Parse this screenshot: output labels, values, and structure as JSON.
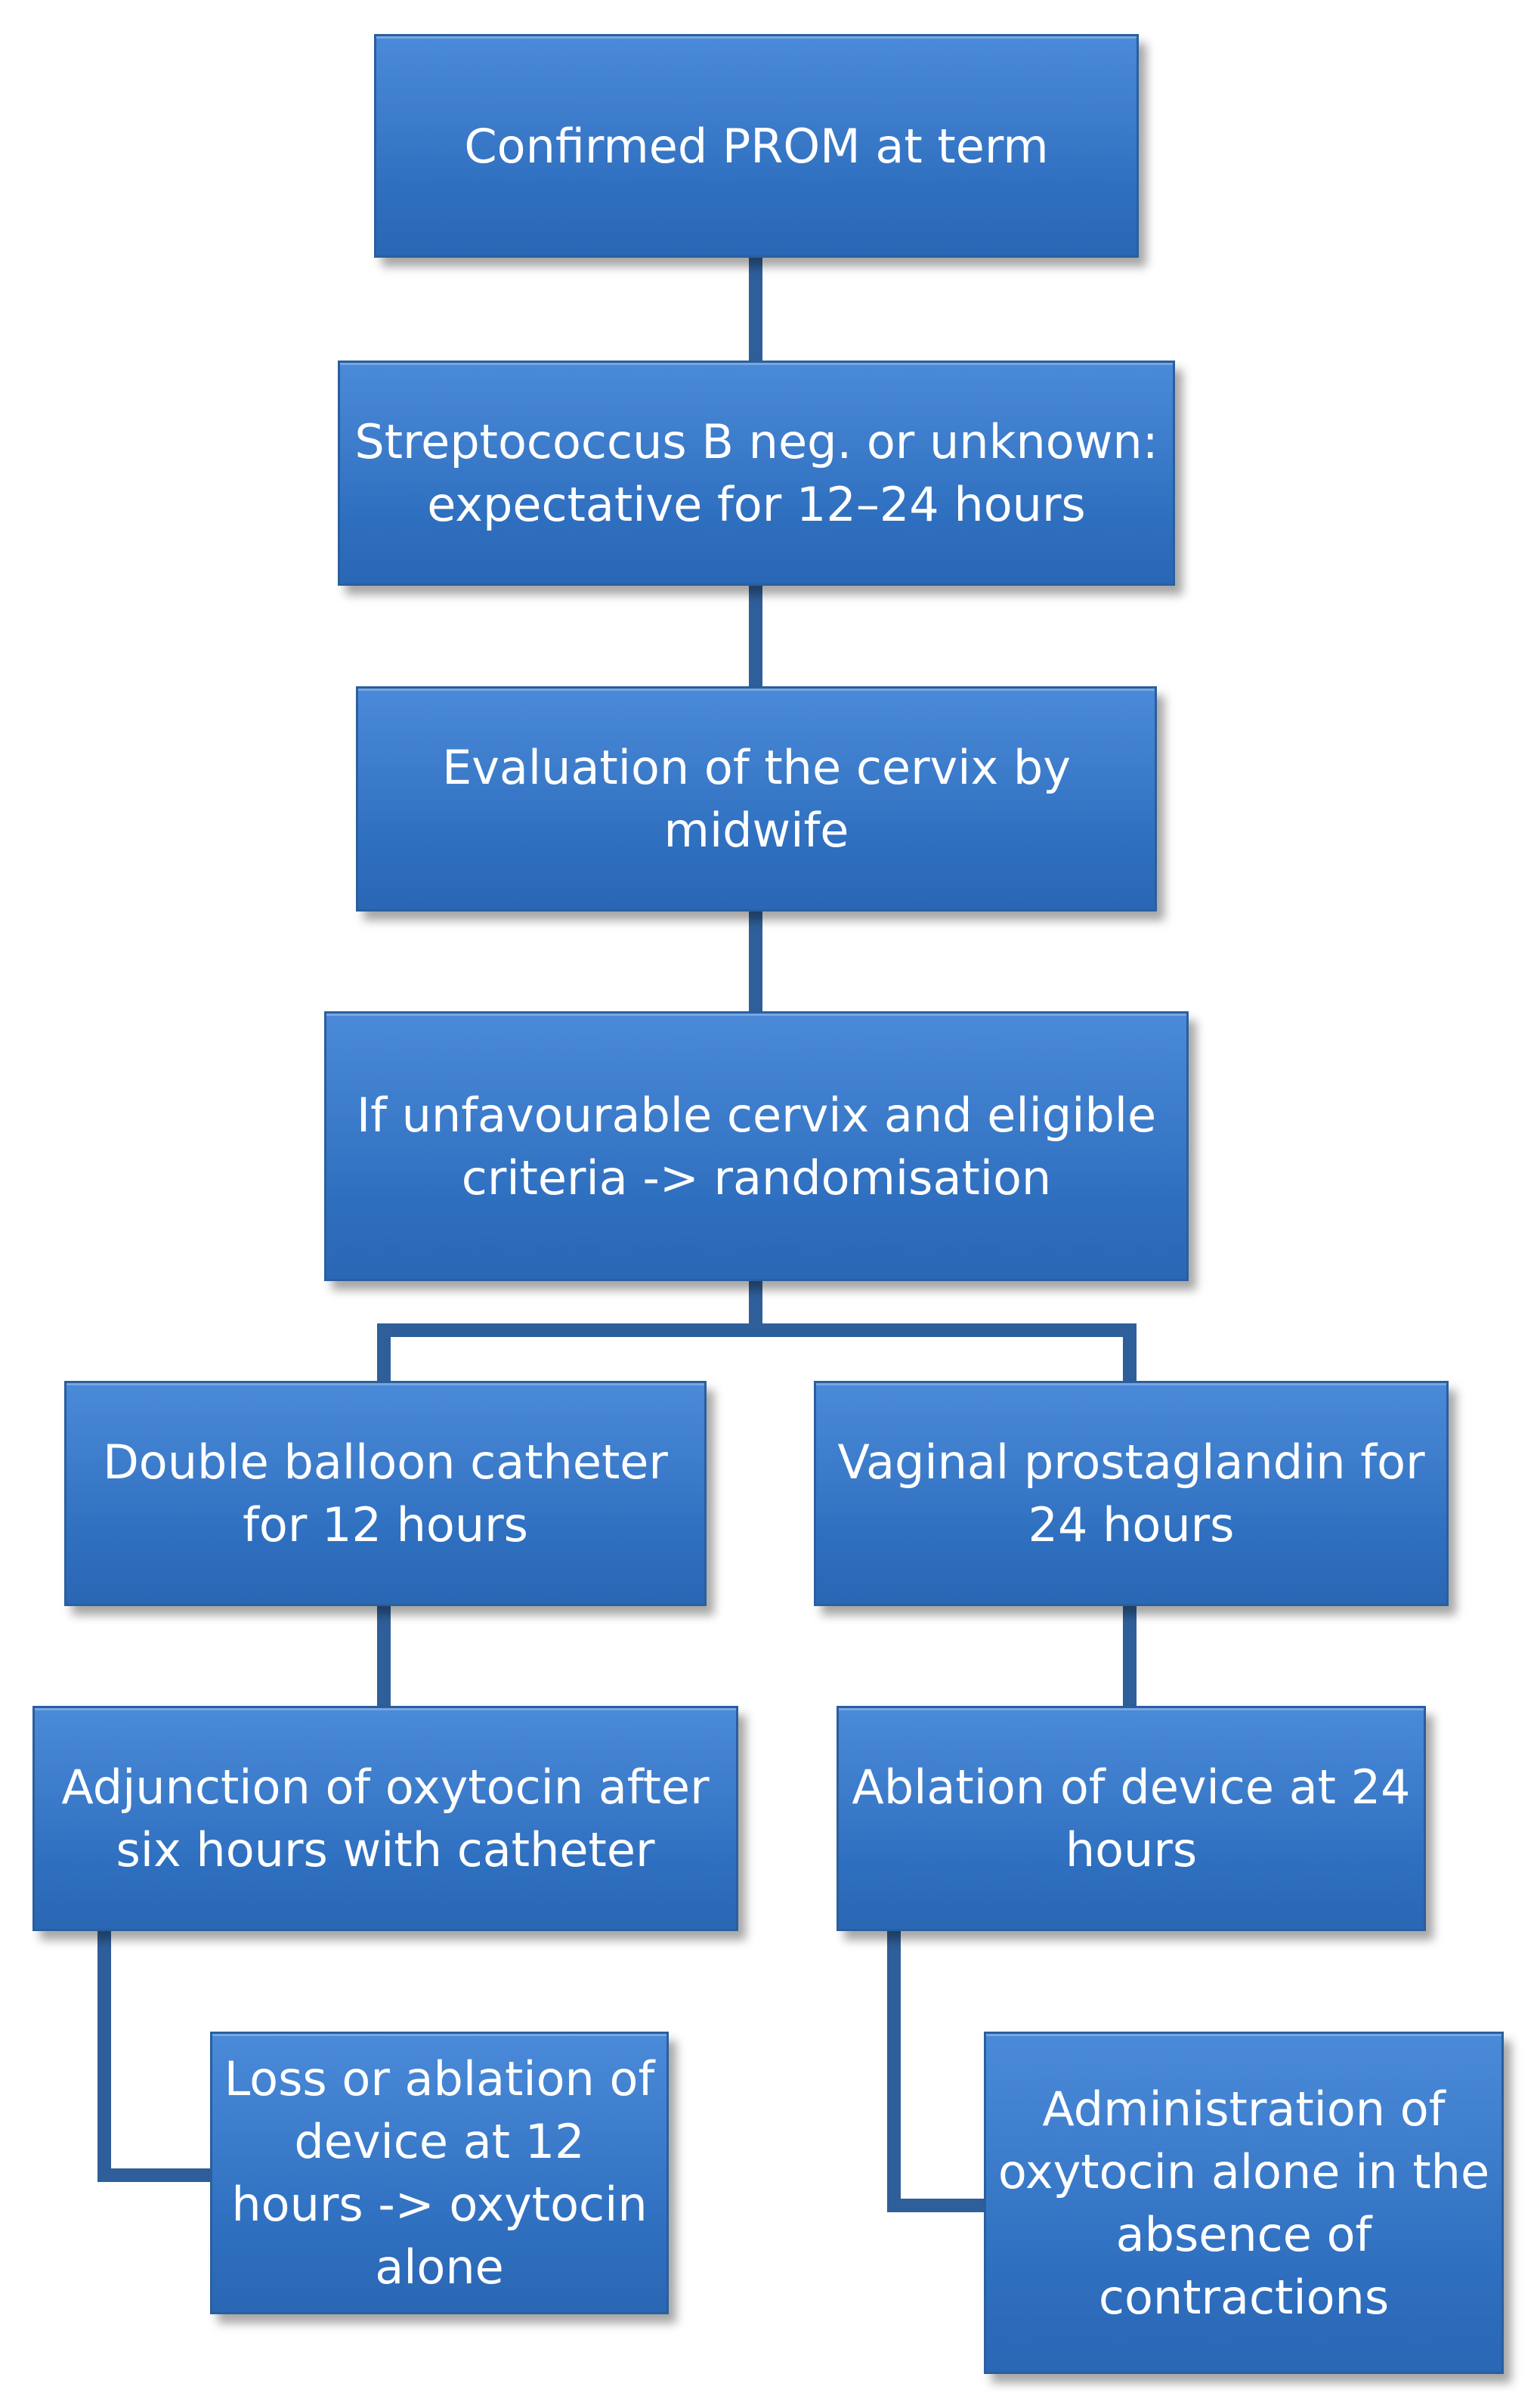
{
  "diagram": {
    "colors": {
      "box_fill": "#3d7dcc",
      "box_border": "#2a5f9e",
      "connector": "#2f5f9a",
      "text": "#ffffff"
    },
    "nodes": {
      "confirmed_prom": "Confirmed PROM at term",
      "streptococcus": "Streptococcus B neg. or unknown: expectative for 12–24 hours",
      "evaluation": "Evaluation of the cervix by midwife",
      "randomisation": "If unfavourable cervix and eligible criteria -> randomisation",
      "double_balloon": "Double balloon catheter for 12 hours",
      "vaginal_prostaglandin": "Vaginal prostaglandin for 24 hours",
      "adjunction_oxytocin": "Adjunction of oxytocin after six hours with catheter",
      "ablation_24": "Ablation of device at 24 hours",
      "loss_ablation_12": "Loss or ablation of device at 12 hours -> oxytocin alone",
      "administration_oxytocin": "Administration of oxytocin alone in the absence of contractions"
    }
  }
}
